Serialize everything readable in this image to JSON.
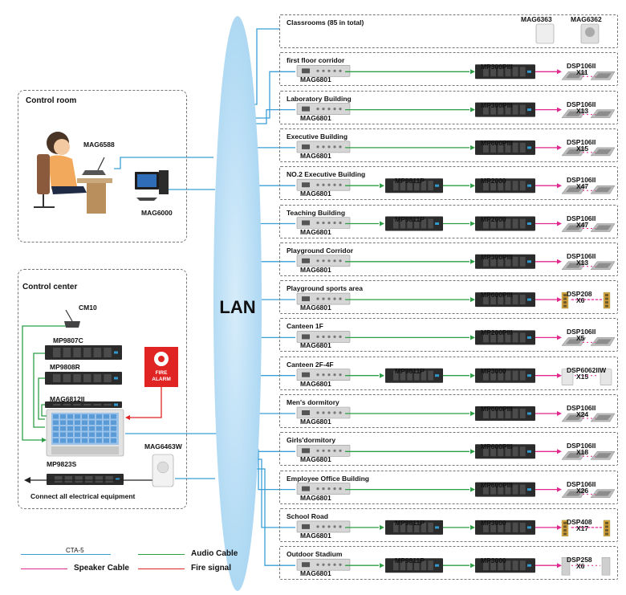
{
  "network": {
    "label": "LAN"
  },
  "colors": {
    "cta5": "#3a9fd8",
    "audio": "#2e9e46",
    "speaker": "#e0288f",
    "fire": "#e02424"
  },
  "control_room": {
    "title": "Control room",
    "mic_label": "MAG6588",
    "pc_label": "MAG6000"
  },
  "control_center": {
    "title": "Control center",
    "cm10": "CM10",
    "mp9807c": "MP9807C",
    "mp9808r": "MP9808R",
    "mag6812": "MAG6812II",
    "mp9823s": "MP9823S",
    "fire_alarm": "FIRE ALARM",
    "mag6463w": "MAG6463W",
    "connect_note": "Connect all electrical equipment"
  },
  "zones": [
    {
      "title": "Classrooms (85 in total)",
      "terminal": "",
      "mixer": "",
      "amp": "",
      "speaker": "MAG6363",
      "speaker2": "MAG6362",
      "count": ""
    },
    {
      "title": "first floor corridor",
      "terminal": "MAG6801",
      "mixer": "",
      "amp": "MP300PIII",
      "speaker": "DSP106II",
      "count": "X11"
    },
    {
      "title": "Laboratory Building",
      "terminal": "MAG6801",
      "mixer": "",
      "amp": "MP300PIII",
      "speaker": "DSP106II",
      "count": "X13"
    },
    {
      "title": "Executive Building",
      "terminal": "MAG6801",
      "mixer": "",
      "amp": "MP600PIII",
      "speaker": "DSP106II",
      "count": "X15"
    },
    {
      "title": "NO.2 Executive Building",
      "terminal": "MAG6801",
      "mixer": "MP9811P",
      "amp": "MP2000",
      "speaker": "DSP106II",
      "count": "X47"
    },
    {
      "title": "Teaching Building",
      "terminal": "MAG6801",
      "mixer": "MP9811P",
      "amp": "MP2000",
      "speaker": "DSP106II",
      "count": "X47"
    },
    {
      "title": "Playground Corridor",
      "terminal": "MAG6801",
      "mixer": "",
      "amp": "MP300PIII",
      "speaker": "DSP106II",
      "count": "X13"
    },
    {
      "title": "Playground sports area",
      "terminal": "MAG6801",
      "mixer": "",
      "amp": "MP600PIII",
      "speaker": "DSP208",
      "count": "X6"
    },
    {
      "title": "Canteen   1F",
      "terminal": "MAG6801",
      "mixer": "",
      "amp": "MP200PIII",
      "speaker": "DSP106II",
      "count": "X5"
    },
    {
      "title": "Canteen   2F-4F",
      "terminal": "MAG6801",
      "mixer": "MP9811P",
      "amp": "MP3000",
      "speaker": "DSP6062IIW",
      "count": "X15"
    },
    {
      "title": "Men's dormitory",
      "terminal": "MAG6801",
      "mixer": "",
      "amp": "MP600PIII",
      "speaker": "DSP106II",
      "count": "X24"
    },
    {
      "title": "Girls'dormitory",
      "terminal": "MAG6801",
      "mixer": "",
      "amp": "MP600PIII",
      "speaker": "DSP106II",
      "count": "X18"
    },
    {
      "title": "Employee Office Building",
      "terminal": "MAG6801",
      "mixer": "",
      "amp": "MP600PIII",
      "speaker": "DSP106II",
      "count": "X26"
    },
    {
      "title": "School Road",
      "terminal": "MAG6801",
      "mixer": "MP9811P",
      "amp": "MP3000",
      "speaker": "DSP408",
      "count": "X17"
    },
    {
      "title": "Outdoor Stadium",
      "terminal": "MAG6801",
      "mixer": "MP9811P",
      "amp": "MP3000",
      "speaker": "DSP258",
      "count": "X6"
    }
  ],
  "legend": {
    "cta5": "CTA-5",
    "audio": "Audio Cable",
    "speaker": "Speaker Cable",
    "fire": "Fire signal"
  }
}
